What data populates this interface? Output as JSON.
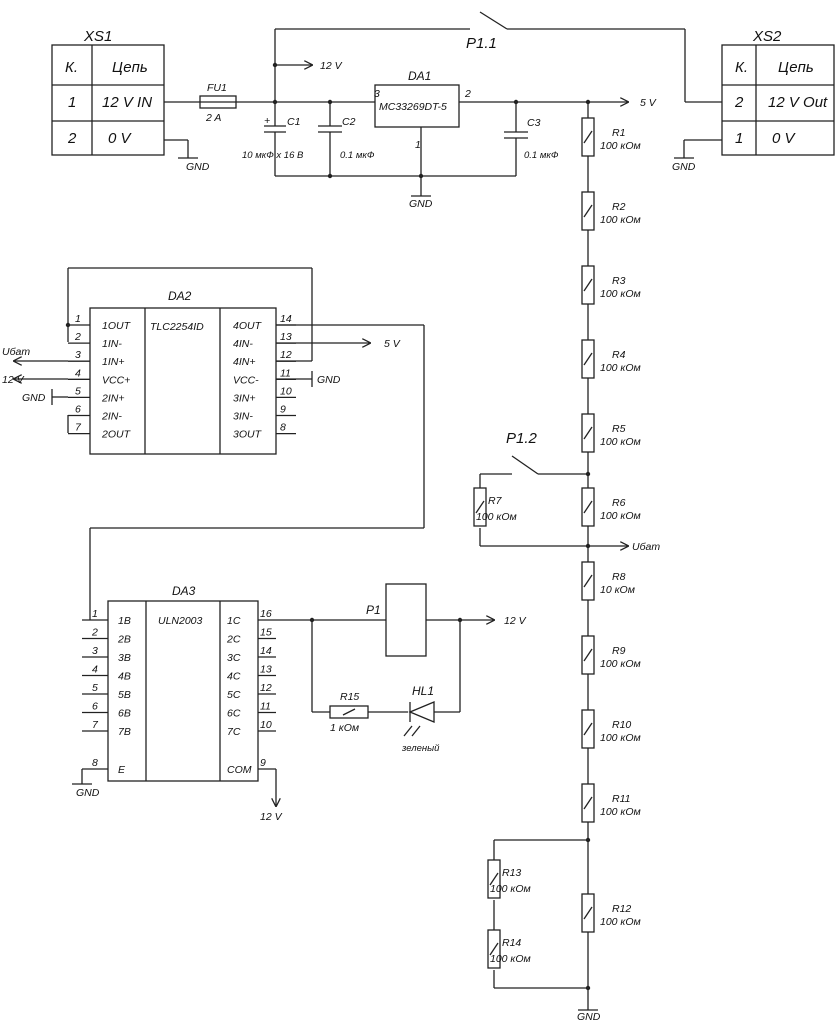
{
  "xs1": {
    "title": "XS1",
    "head_k": "К.",
    "head_net": "Цепь",
    "rows": [
      {
        "k": "1",
        "net": "12 V IN"
      },
      {
        "k": "2",
        "net": "0 V"
      }
    ]
  },
  "xs2": {
    "title": "XS2",
    "head_k": "К.",
    "head_net": "Цепь",
    "rows": [
      {
        "k": "2",
        "net": "12 V Out"
      },
      {
        "k": "1",
        "net": "0 V"
      }
    ]
  },
  "relay_contacts": {
    "p11": "P1.1",
    "p12": "P1.2"
  },
  "fuse": {
    "ref": "FU1",
    "value": "2 A"
  },
  "c1": {
    "ref": "C1",
    "value": "10 мкФ x 16 В",
    "plus": "+"
  },
  "c2": {
    "ref": "C2",
    "value": "0.1 мкФ"
  },
  "c3": {
    "ref": "C3",
    "value": "0.1 мкФ"
  },
  "da1": {
    "ref": "DA1",
    "part": "MC33269DT-5",
    "pin_in": "3",
    "pin_out": "2",
    "pin_gnd": "1"
  },
  "nets": {
    "v12_top": "12 V",
    "v5_top": "5 V",
    "v5_opamp": "5 V",
    "v12_opamp": "12 V",
    "v12_relay": "12 V",
    "v12_com": "12 V",
    "ubat_in": "Uбат",
    "ubat_out": "Uбат",
    "gnd_xs1": "GND",
    "gnd_da1": "GND",
    "gnd_xs2": "GND",
    "gnd_opamp_left": "GND",
    "gnd_opamp_right": "GND",
    "gnd_da3": "GND",
    "gnd_bottom": "GND"
  },
  "da2": {
    "ref": "DA2",
    "part": "TLC2254ID",
    "left_pins": [
      {
        "num": "1",
        "name": "1OUT"
      },
      {
        "num": "2",
        "name": "1IN-"
      },
      {
        "num": "3",
        "name": "1IN+"
      },
      {
        "num": "4",
        "name": "VCC+"
      },
      {
        "num": "5",
        "name": "2IN+"
      },
      {
        "num": "6",
        "name": "2IN-"
      },
      {
        "num": "7",
        "name": "2OUT"
      }
    ],
    "right_pins": [
      {
        "num": "14",
        "name": "4OUT"
      },
      {
        "num": "13",
        "name": "4IN-"
      },
      {
        "num": "12",
        "name": "4IN+"
      },
      {
        "num": "11",
        "name": "VCC-"
      },
      {
        "num": "10",
        "name": "3IN+"
      },
      {
        "num": "9",
        "name": "3IN-"
      },
      {
        "num": "8",
        "name": "3OUT"
      }
    ]
  },
  "da3": {
    "ref": "DA3",
    "part": "ULN2003",
    "left_pins": [
      {
        "num": "1",
        "name": "1B"
      },
      {
        "num": "2",
        "name": "2B"
      },
      {
        "num": "3",
        "name": "3B"
      },
      {
        "num": "4",
        "name": "4B"
      },
      {
        "num": "5",
        "name": "5B"
      },
      {
        "num": "6",
        "name": "6B"
      },
      {
        "num": "7",
        "name": "7B"
      },
      {
        "num": "8",
        "name": "E"
      }
    ],
    "right_pins": [
      {
        "num": "16",
        "name": "1C"
      },
      {
        "num": "15",
        "name": "2C"
      },
      {
        "num": "14",
        "name": "3C"
      },
      {
        "num": "13",
        "name": "4C"
      },
      {
        "num": "12",
        "name": "5C"
      },
      {
        "num": "11",
        "name": "6C"
      },
      {
        "num": "10",
        "name": "7C"
      },
      {
        "num": "9",
        "name": "COM"
      }
    ]
  },
  "relay": {
    "ref": "P1"
  },
  "r15": {
    "ref": "R15",
    "value": "1 кОм"
  },
  "hl1": {
    "ref": "HL1",
    "color": "зеленый"
  },
  "divider": [
    {
      "ref": "R1",
      "value": "100 кОм"
    },
    {
      "ref": "R2",
      "value": "100 кОм"
    },
    {
      "ref": "R3",
      "value": "100 кОм"
    },
    {
      "ref": "R4",
      "value": "100 кОм"
    },
    {
      "ref": "R5",
      "value": "100 кОм"
    },
    {
      "ref": "R6",
      "value": "100 кОм"
    },
    {
      "ref": "R8",
      "value": "10 кОм"
    },
    {
      "ref": "R9",
      "value": "100 кОм"
    },
    {
      "ref": "R10",
      "value": "100 кОм"
    },
    {
      "ref": "R11",
      "value": "100 кОм"
    },
    {
      "ref": "R12",
      "value": "100 кОм"
    }
  ],
  "r7": {
    "ref": "R7",
    "value": "100 кОм"
  },
  "r13": {
    "ref": "R13",
    "value": "100 кОм"
  },
  "r14": {
    "ref": "R14",
    "value": "100 кОм"
  }
}
